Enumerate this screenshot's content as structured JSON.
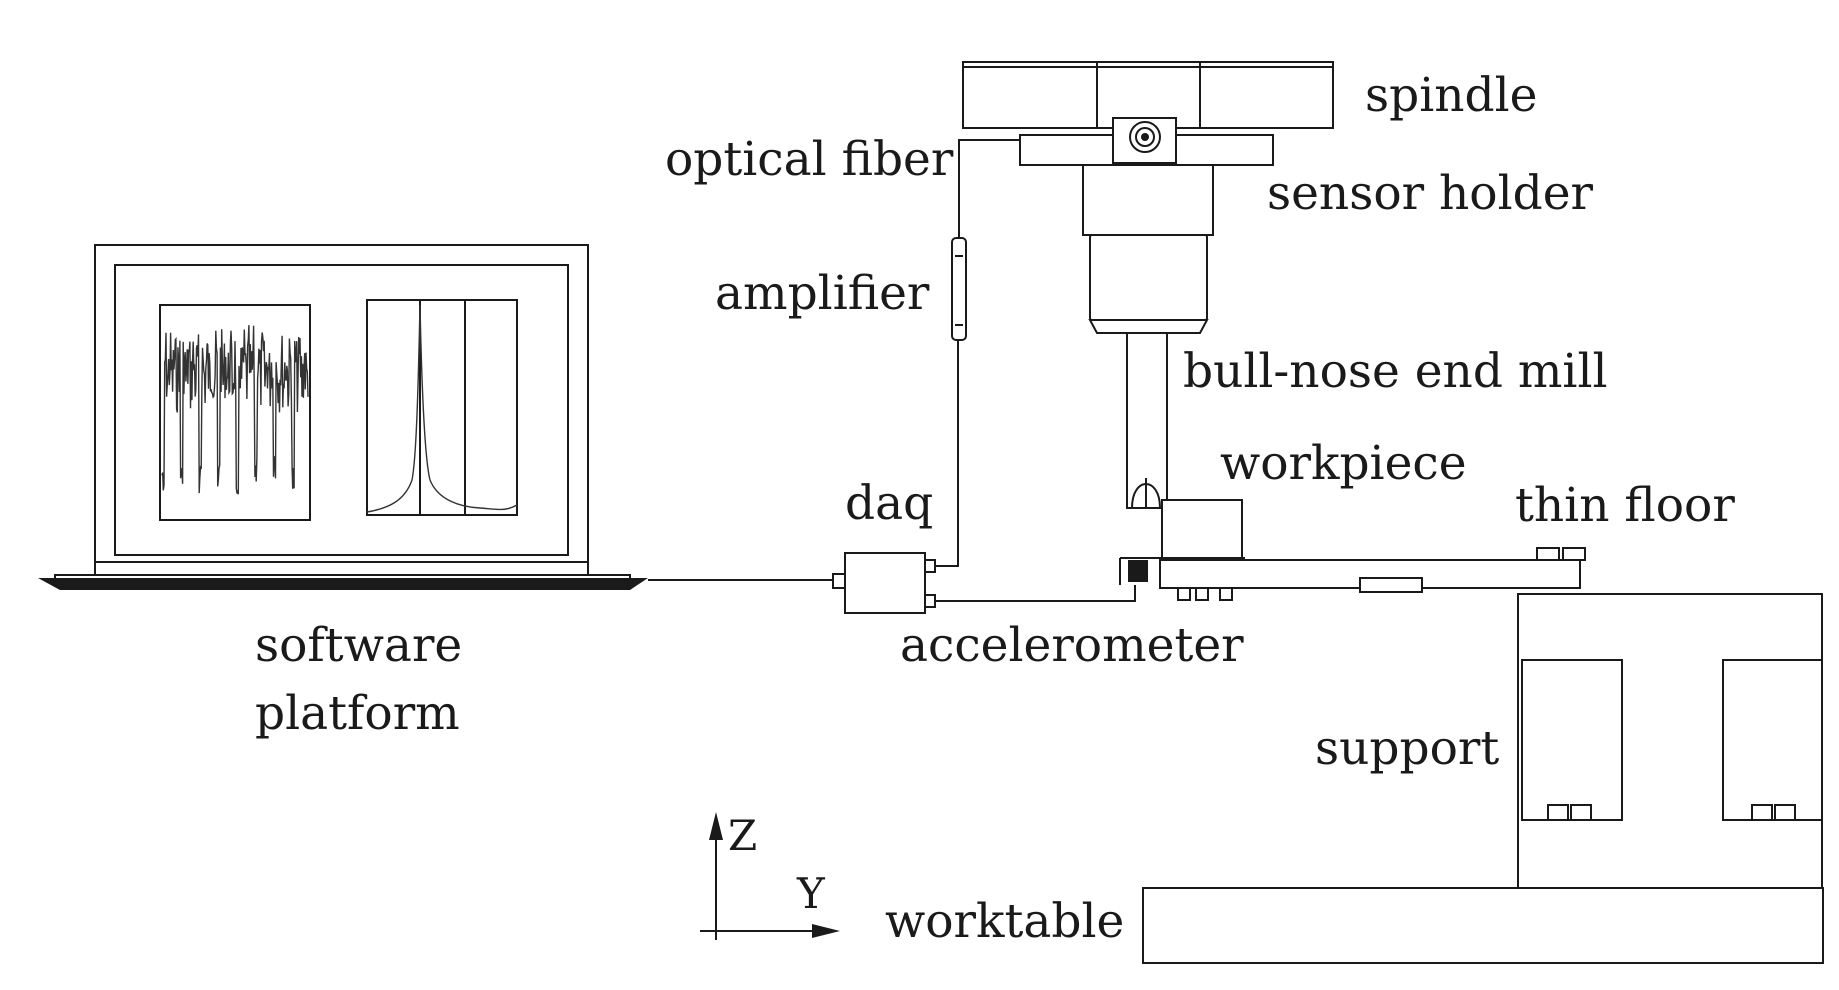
{
  "labels": {
    "spindle": "spindle",
    "optical_fiber": "optical fiber",
    "sensor_holder": "sensor holder",
    "amplifier": "amplifier",
    "bull_nose_end_mill": "bull-nose end mill",
    "workpiece": "workpiece",
    "thin_floor": "thin floor",
    "daq": "daq",
    "accelerometer": "accelerometer",
    "software_line1": "software",
    "software_line2": "platform",
    "support": "support",
    "worktable": "worktable",
    "axis_z": "Z",
    "axis_y": "Y"
  },
  "colors": {
    "line": "#1a1a1a",
    "background": "#ffffff"
  },
  "icons": [
    "laptop-icon",
    "time-signal-plot-icon",
    "frequency-peak-plot-icon"
  ]
}
